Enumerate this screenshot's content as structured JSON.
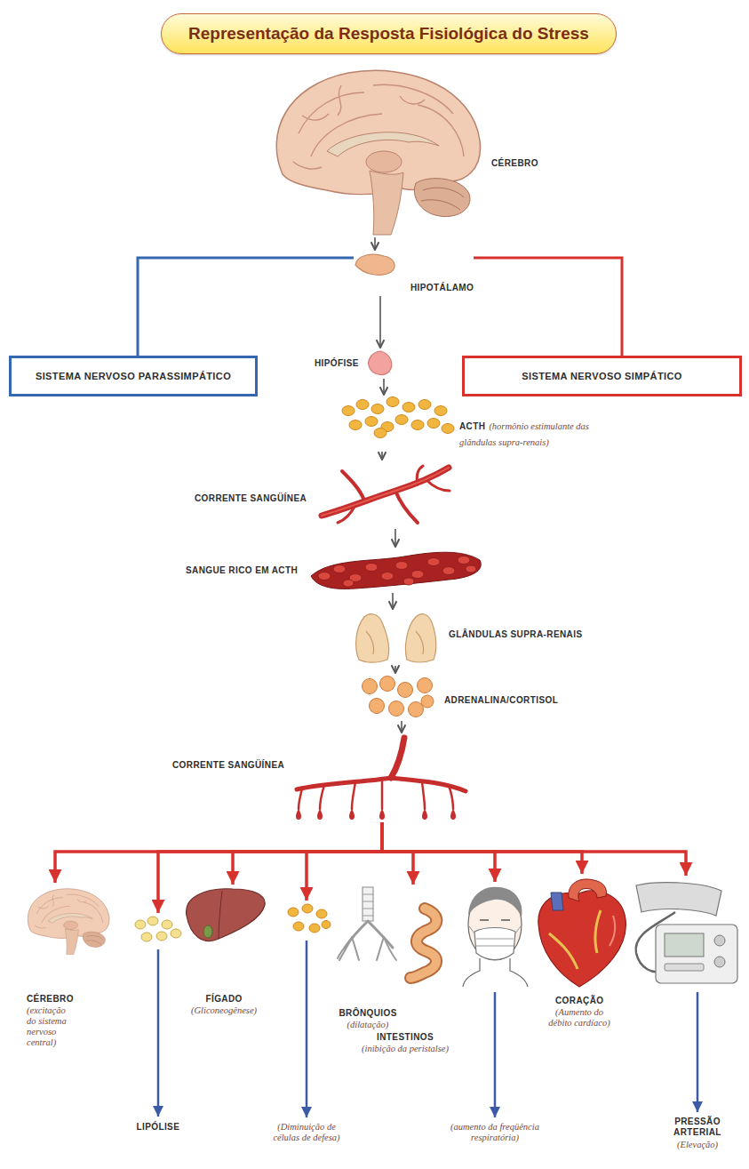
{
  "diagram": {
    "title": "Representação da Resposta Fisiológica do Stress",
    "nodes": [
      {
        "text": [
          "CÉREBRO"
        ]
      },
      {
        "text": [
          "HIPOTÁLAMO"
        ]
      },
      {
        "text": [
          "SISTEMA NERVOSO PARASSIMPÁTICO"
        ]
      },
      {
        "text": [
          "SISTEMA NERVOSO SIMPÁTICO"
        ]
      },
      {
        "text": [
          "HIPÓFISE"
        ]
      },
      {
        "text": [
          "ACTH",
          "(hormônio estimulante das glândulas supra-renais)"
        ]
      },
      {
        "text": [
          "CORRENTE SANGÜÍNEA"
        ]
      },
      {
        "text": [
          "SANGUE RICO EM ACTH"
        ]
      },
      {
        "text": [
          "GLÂNDULAS SUPRA-RENAIS"
        ]
      },
      {
        "text": [
          "ADRENALINA/CORTISOL"
        ]
      },
      {
        "text": [
          "CORRENTE SANGÜÍNEA"
        ]
      },
      {
        "text": [
          "CÉREBRO",
          "(excitação do sistema nervoso central)"
        ]
      },
      {
        "text": [
          "LIPÓLISE"
        ]
      },
      {
        "text": [
          "FÍGADO",
          "(Gliconeogênese)"
        ]
      },
      {
        "text": [
          "(Diminuição de células de defesa)"
        ]
      },
      {
        "text": [
          "BRÔNQUIOS",
          "(dilatação)",
          "INTESTINOS",
          "(inibição da peristalse)"
        ]
      },
      {
        "text": [
          "(aumento da freqüência respiratória)"
        ]
      },
      {
        "text": [
          "CORAÇÃO",
          "(Aumento do débito cardíaco)"
        ]
      },
      {
        "text": [
          "PRESSÃO ARTERIAL",
          "(Elevação)"
        ]
      }
    ],
    "edges": [
      {
        "from": 0,
        "to": 1,
        "arrow": "to"
      },
      {
        "from": 1,
        "to": 2,
        "arrow": "none"
      },
      {
        "from": 1,
        "to": 3,
        "arrow": "none"
      },
      {
        "from": 1,
        "to": 4,
        "arrow": "to"
      },
      {
        "from": 4,
        "to": 5,
        "arrow": "to"
      },
      {
        "from": 5,
        "to": 6,
        "arrow": "to"
      },
      {
        "from": 6,
        "to": 7,
        "arrow": "to"
      },
      {
        "from": 7,
        "to": 8,
        "arrow": "to"
      },
      {
        "from": 8,
        "to": 9,
        "arrow": "to"
      },
      {
        "from": 9,
        "to": 10,
        "arrow": "to"
      },
      {
        "from": 10,
        "to": 11,
        "arrow": "to"
      },
      {
        "from": 10,
        "to": 12,
        "arrow": "to"
      },
      {
        "from": 10,
        "to": 13,
        "arrow": "to"
      },
      {
        "from": 10,
        "to": 14,
        "arrow": "to"
      },
      {
        "from": 10,
        "to": 15,
        "arrow": "to"
      },
      {
        "from": 10,
        "to": 16,
        "arrow": "to"
      },
      {
        "from": 10,
        "to": 17,
        "arrow": "to"
      },
      {
        "from": 10,
        "to": 18,
        "arrow": "to"
      }
    ]
  }
}
